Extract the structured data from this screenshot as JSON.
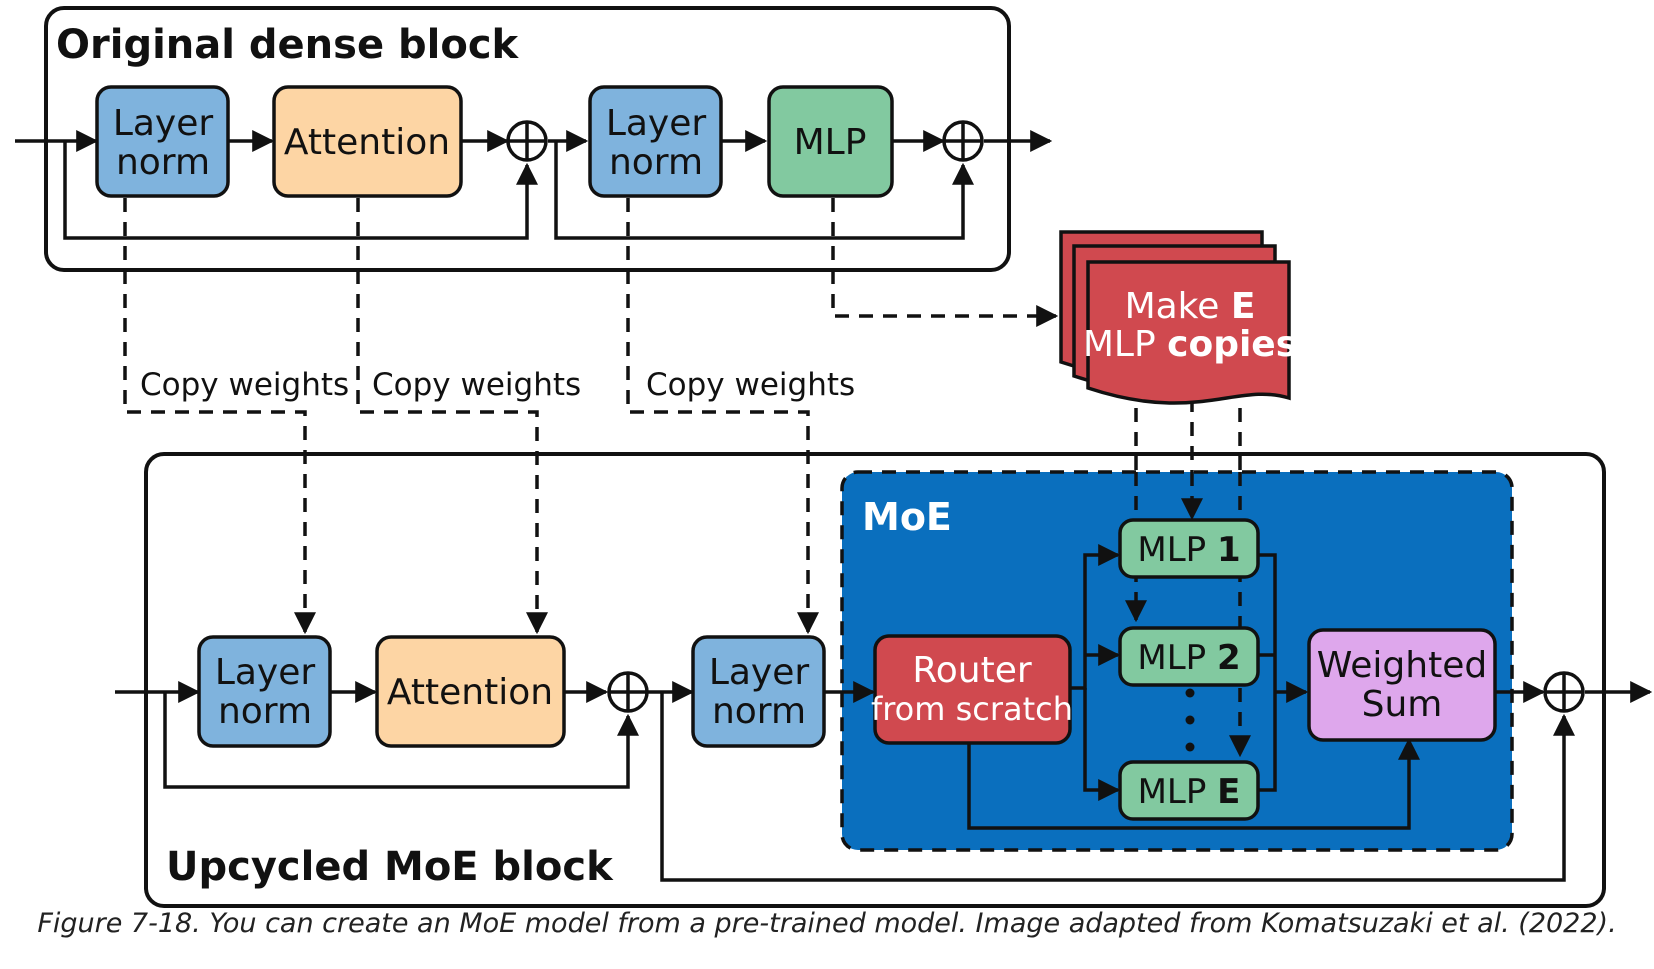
{
  "dense_block": {
    "title": "Original dense block",
    "layer_norm_1": [
      "Layer",
      "norm"
    ],
    "attention": "Attention",
    "layer_norm_2": [
      "Layer",
      "norm"
    ],
    "mlp": "MLP"
  },
  "copy_labels": {
    "first": "Copy weights",
    "second": "Copy weights",
    "third": "Copy weights"
  },
  "make_copies": {
    "line1_pre": "Make ",
    "line1_bold": "E",
    "line2_pre": "MLP ",
    "line2_bold": "copies"
  },
  "upcycled_block": {
    "title": "Upcycled MoE block",
    "layer_norm_1": [
      "Layer",
      "norm"
    ],
    "attention": "Attention",
    "layer_norm_2": [
      "Layer",
      "norm"
    ]
  },
  "moe": {
    "title": "MoE",
    "router": [
      "Router",
      "from scratch"
    ],
    "experts": [
      {
        "pre": "MLP ",
        "bold": "1"
      },
      {
        "pre": "MLP ",
        "bold": "2"
      },
      {
        "pre": "MLP ",
        "bold": "E"
      }
    ],
    "weighted_sum": [
      "Weighted",
      "Sum"
    ]
  },
  "caption": "Figure 7-18. You can create an MoE model from a pre-trained model. Image adapted from Komatsuzaki et al. (2022).",
  "colors": {
    "layer_norm": "#7fb3dd",
    "attention": "#fdd5a4",
    "mlp": "#82c9a0",
    "router": "#d0494f",
    "weighted_sum": "#dea7ec",
    "moe_bg": "#0a6fbe",
    "copies": "#d0494f"
  }
}
